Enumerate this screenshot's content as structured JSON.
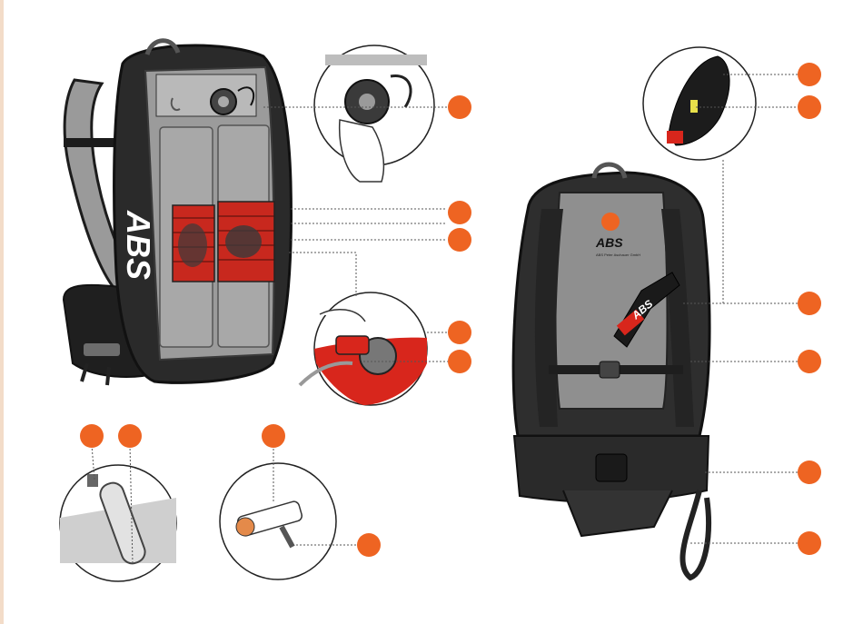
{
  "brand": {
    "side_logo": "ABS",
    "front_logo": "ABS",
    "front_tagline": "ABS Peter Aschauer GmbH",
    "handle_logo": "ABS"
  },
  "colors": {
    "callout": "#ee6422",
    "pack_dark": "#2b2b2b",
    "pack_mid": "#8c8c8c",
    "pack_light": "#b4b4b4",
    "mesh_red": "#c8281e",
    "accent_red": "#d8261c",
    "cartridge_grey": "#c9c9c9"
  },
  "icons": {
    "callouts": "orange-circle-marker",
    "leaders": "dotted-leader-line"
  }
}
